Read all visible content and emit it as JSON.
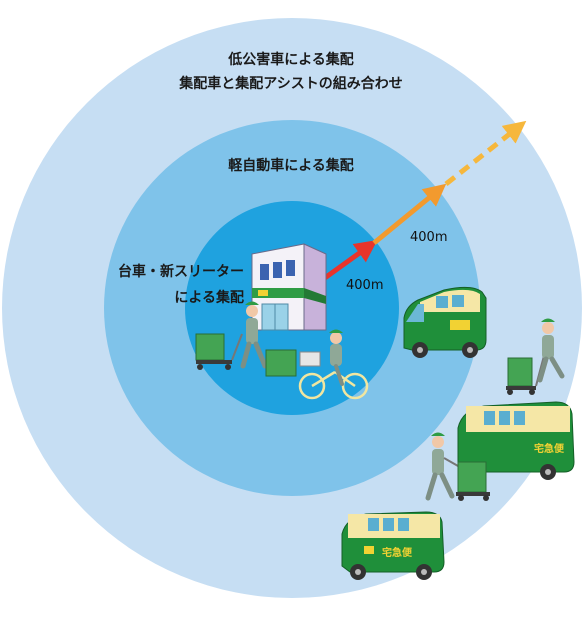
{
  "zones": {
    "outer": {
      "line1": "低公害車による集配",
      "line2": "集配車と集配アシストの組み合わせ",
      "color": "#c6def3"
    },
    "middle": {
      "label": "軽自動車による集配",
      "color": "#7fc3ea"
    },
    "inner": {
      "line1": "台車・新スリーター",
      "line2": "による集配",
      "color": "#1fa2df"
    }
  },
  "distances": {
    "first": "400m",
    "second": "400m"
  },
  "vehicles": {
    "van_text": "宅急便",
    "body_color": "#1f8f3a",
    "roof_color": "#f5e7a6"
  },
  "arrows": {
    "first_color": "#e8342b",
    "second_color": "#f29a2e",
    "third_color": "#f6b73c"
  }
}
